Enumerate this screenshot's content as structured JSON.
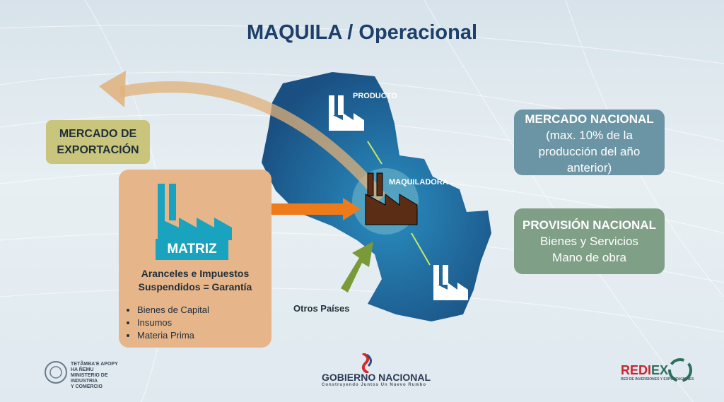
{
  "title": "MAQUILA / Operacional",
  "export_box": {
    "line1": "MERCADO DE",
    "line2": "EXPORTACIÓN"
  },
  "mercado_nacional": {
    "heading": "MERCADO NACIONAL",
    "line1": "(max. 10% de la",
    "line2": "producción del año",
    "line3": "anterior)"
  },
  "provision_nacional": {
    "heading": "PROVISIÓN NACIONAL",
    "line1": "Bienes y Servicios",
    "line2": "Mano de obra"
  },
  "matriz": {
    "label": "MATRIZ",
    "aranceles1": "Aranceles e Impuestos",
    "aranceles2": "Suspendidos = Garantía",
    "items": [
      "Bienes de Capital",
      "Insumos",
      "Materia Prima"
    ]
  },
  "map_labels": {
    "producto": "PRODUCTO",
    "maquiladora": "MAQUILADORA",
    "otros": "Otros Países"
  },
  "footer": {
    "ministry1": "TETÃMBA'E APOPY",
    "ministry2": "HA ÑEMU",
    "ministry3": "MINISTERIO DE",
    "ministry4": "INDUSTRIA",
    "ministry5": "Y COMERCIO",
    "gobierno": "GOBIERNO",
    "nacional": "NACIONAL",
    "gob_tagline": "Construyendo Juntos Un Nuevo Rumbo",
    "rediex_a": "REDI",
    "rediex_b": "EX",
    "rediex_tagline": "RED DE INVERSIONES Y EXPORTACIONES"
  },
  "colors": {
    "map": "#1f6fa0",
    "teal": "#1aa3bf",
    "orange_arrow": "#ef7a1a",
    "green_arrow": "#7a9a3a",
    "export_arc": "#e0b07a",
    "factory_dark": "#5a2d14"
  }
}
